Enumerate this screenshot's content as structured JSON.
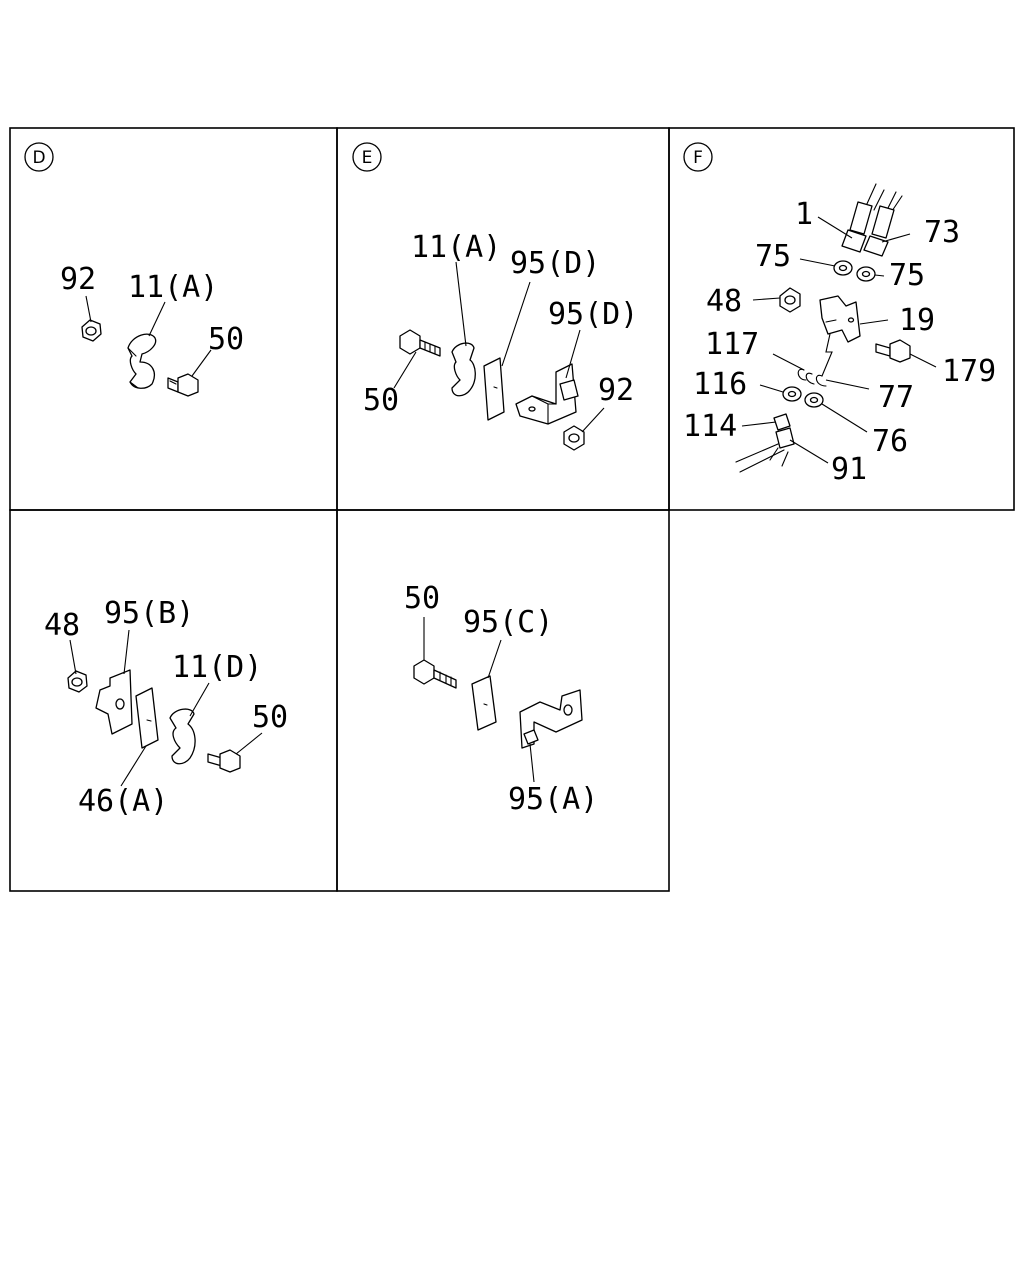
{
  "panels": [
    {
      "id": "D",
      "callouts": [
        "92",
        "11(A)",
        "50"
      ]
    },
    {
      "id": "E",
      "callouts": [
        "11(A)",
        "95(D)",
        "95(D)",
        "50",
        "92"
      ]
    },
    {
      "id": "F",
      "callouts": [
        "1",
        "73",
        "75",
        "75",
        "48",
        "19",
        "117",
        "179",
        "116",
        "77",
        "114",
        "76",
        "91"
      ]
    },
    {
      "id": "",
      "callouts": [
        "48",
        "95(B)",
        "11(D)",
        "50",
        "46(A)"
      ]
    },
    {
      "id": "",
      "callouts": [
        "50",
        "95(C)",
        "95(A)"
      ]
    }
  ]
}
